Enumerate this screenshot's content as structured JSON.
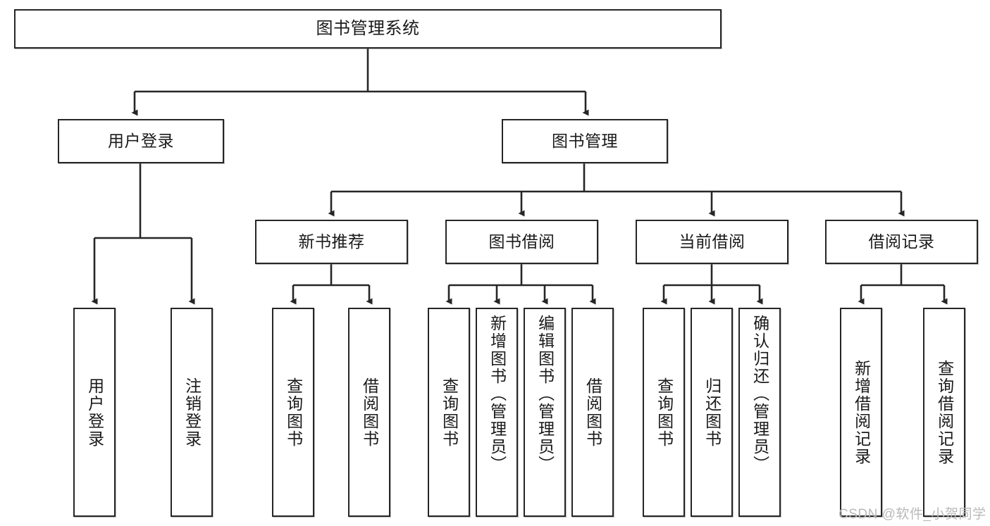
{
  "diagram": {
    "type": "tree-hierarchy-chart",
    "title": "图书管理系统",
    "orientation": "top-down",
    "background_color": "#ffffff",
    "node_border_color": "#262626",
    "text_color": "#1a1a1a",
    "root": {
      "label": "图书管理系统"
    },
    "level2": [
      {
        "label": "用户登录"
      },
      {
        "label": "图书管理"
      }
    ],
    "level3": [
      {
        "label": "新书推荐"
      },
      {
        "label": "图书借阅"
      },
      {
        "label": "当前借阅"
      },
      {
        "label": "借阅记录"
      }
    ],
    "leaves": {
      "user_login": [
        {
          "label": "用户登录"
        },
        {
          "label": "注销登录"
        }
      ],
      "new_book_recommend": [
        {
          "label": "查询图书"
        },
        {
          "label": "借阅图书"
        }
      ],
      "book_borrow": [
        {
          "label": "查询图书"
        },
        {
          "label": "新增图书（管理员）"
        },
        {
          "label": "编辑图书（管理员）"
        },
        {
          "label": "借阅图书"
        }
      ],
      "current_borrow": [
        {
          "label": "查询图书"
        },
        {
          "label": "归还图书"
        },
        {
          "label": "确认归还（管理员）"
        }
      ],
      "borrow_record": [
        {
          "label": "新增借阅记录"
        },
        {
          "label": "查询借阅记录"
        }
      ]
    }
  },
  "watermark": {
    "text": "CSDN @软件_小贺同学",
    "color": "#b9b9b9"
  }
}
